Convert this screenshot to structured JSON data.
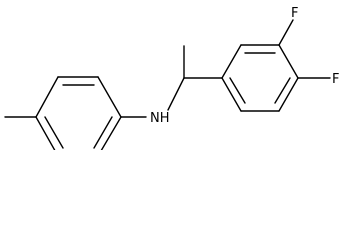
{
  "molecule": {
    "atom_labels": {
      "amine": "NH",
      "fluorine_meta": "F",
      "fluorine_para": "F"
    },
    "colors": {
      "bond": "#000000",
      "label": "#000000",
      "background": "#ffffff"
    }
  }
}
